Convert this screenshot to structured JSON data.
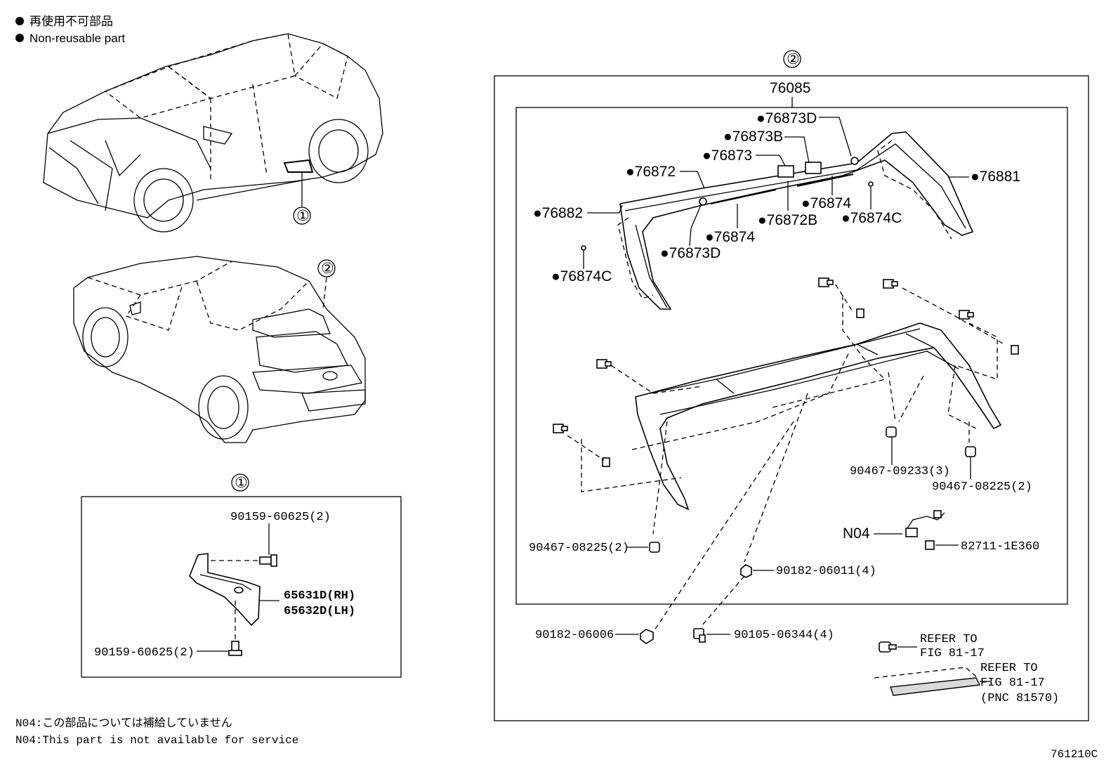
{
  "legend": {
    "bullet": "●",
    "nonreusable_jp": "再使用不可部品",
    "nonreusable_en": "Non-reusable part"
  },
  "callouts": {
    "one": "①",
    "two": "②"
  },
  "section1": {
    "labels": {
      "bolt_top": "90159-60625(2)",
      "bolt_bottom": "90159-60625(2)",
      "part_rh": "65631D(RH)",
      "part_lh": "65632D(LH)"
    }
  },
  "section2": {
    "assembly": "76085",
    "labels": {
      "p76873D_top": "●76873D",
      "p76873B": "●76873B",
      "p76873": "●76873",
      "p76872": "●76872",
      "p76882": "●76882",
      "p76874C_left": "●76874C",
      "p76873D_bottom": "●76873D",
      "p76874_bottom": "●76874",
      "p76872B": "●76872B",
      "p76874_top": "●76874",
      "p76874C_right": "●76874C",
      "p76881": "●76881",
      "clip_a": "90467-09233(3)",
      "clip_b": "90467-08225(2)",
      "clip_c": "90467-08225(2)",
      "n04": "N04",
      "connector": "82711-1E360",
      "nut_a": "90182-06011(4)",
      "nut_b": "90182-06006",
      "bolt": "90105-06344(4)",
      "refer1_a": "REFER TO",
      "refer1_b": "FIG 81-17",
      "refer2_a": "REFER TO",
      "refer2_b": "FIG 81-17",
      "refer2_c": "(PNC 81570)"
    }
  },
  "footnote": {
    "jp": "N04:この部品については補給していません",
    "en": "N04:This part is not available for service"
  },
  "figure_id": "761210C"
}
